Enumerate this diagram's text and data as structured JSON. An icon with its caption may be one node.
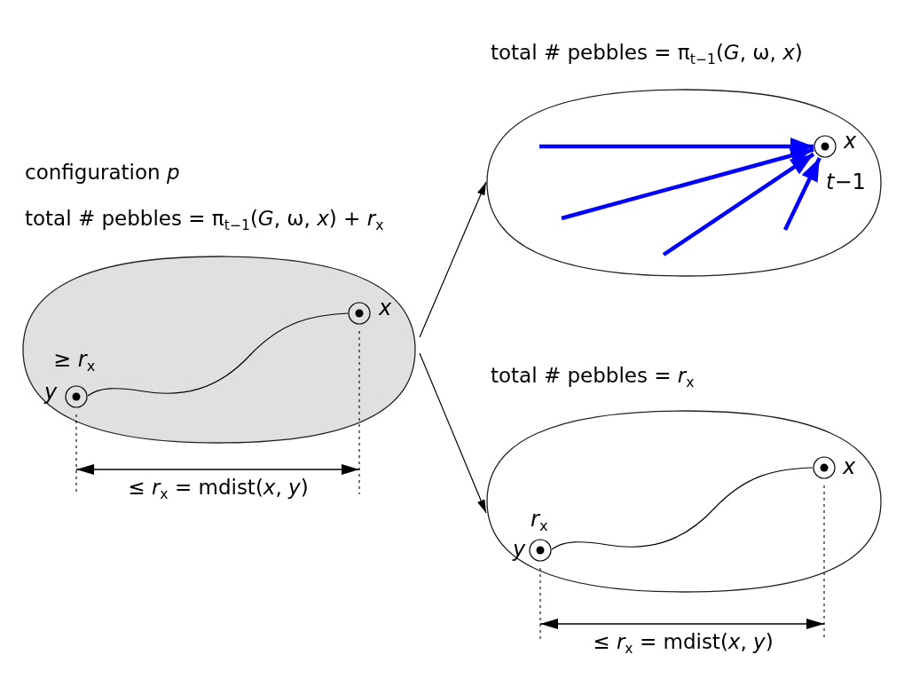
{
  "diagram": {
    "nodes": [
      {
        "text": [
          "configuration *p*",
          "total # pebbles = π$_{t−1}$(*G*, ω, *x*) + *r*$_{x}$"
        ]
      },
      {
        "text": [],
        "shape": "circle",
        "in": 0,
        "beside": [
          "x"
        ]
      },
      {
        "text": [],
        "shape": "circle",
        "in": 0,
        "beside": [
          "≥ *r*$_{x}$",
          "y"
        ]
      },
      {
        "text": [
          "total # pebbles = π$_{t−1}$(*G*, ω, *x*)"
        ]
      },
      {
        "text": [],
        "shape": "circle",
        "in": 3,
        "beside": [
          "x",
          "*t*−1"
        ]
      },
      {
        "text": [
          "total # pebbles = *r*$_{x}$"
        ]
      },
      {
        "text": [],
        "shape": "circle",
        "in": 5,
        "beside": [
          "x"
        ]
      },
      {
        "text": [],
        "shape": "circle",
        "in": 5,
        "beside": [
          "*r*$_{x}$",
          "y"
        ]
      }
    ],
    "edges": [
      {
        "from": 0,
        "to": 3,
        "arrow": "to"
      },
      {
        "from": 0,
        "to": 5,
        "arrow": "to"
      },
      {
        "from": 2,
        "to": 1,
        "arrow": "none"
      },
      {
        "from": null,
        "to": 4,
        "arrow": "to",
        "style": "thick",
        "color": "#0000ff"
      },
      {
        "from": null,
        "to": 4,
        "arrow": "to",
        "style": "thick",
        "color": "#0000ff"
      },
      {
        "from": null,
        "to": 4,
        "arrow": "to",
        "style": "thick",
        "color": "#0000ff"
      },
      {
        "from": null,
        "to": 4,
        "arrow": "to",
        "style": "thick",
        "color": "#0000ff"
      },
      {
        "from": 7,
        "to": 6,
        "arrow": "none"
      }
    ],
    "labels": [
      "≤ *r*$_{x}$ = mdist(*x*, *y*)",
      "≤ *r*$_{x}$ = mdist(*x*, *y*)"
    ]
  }
}
